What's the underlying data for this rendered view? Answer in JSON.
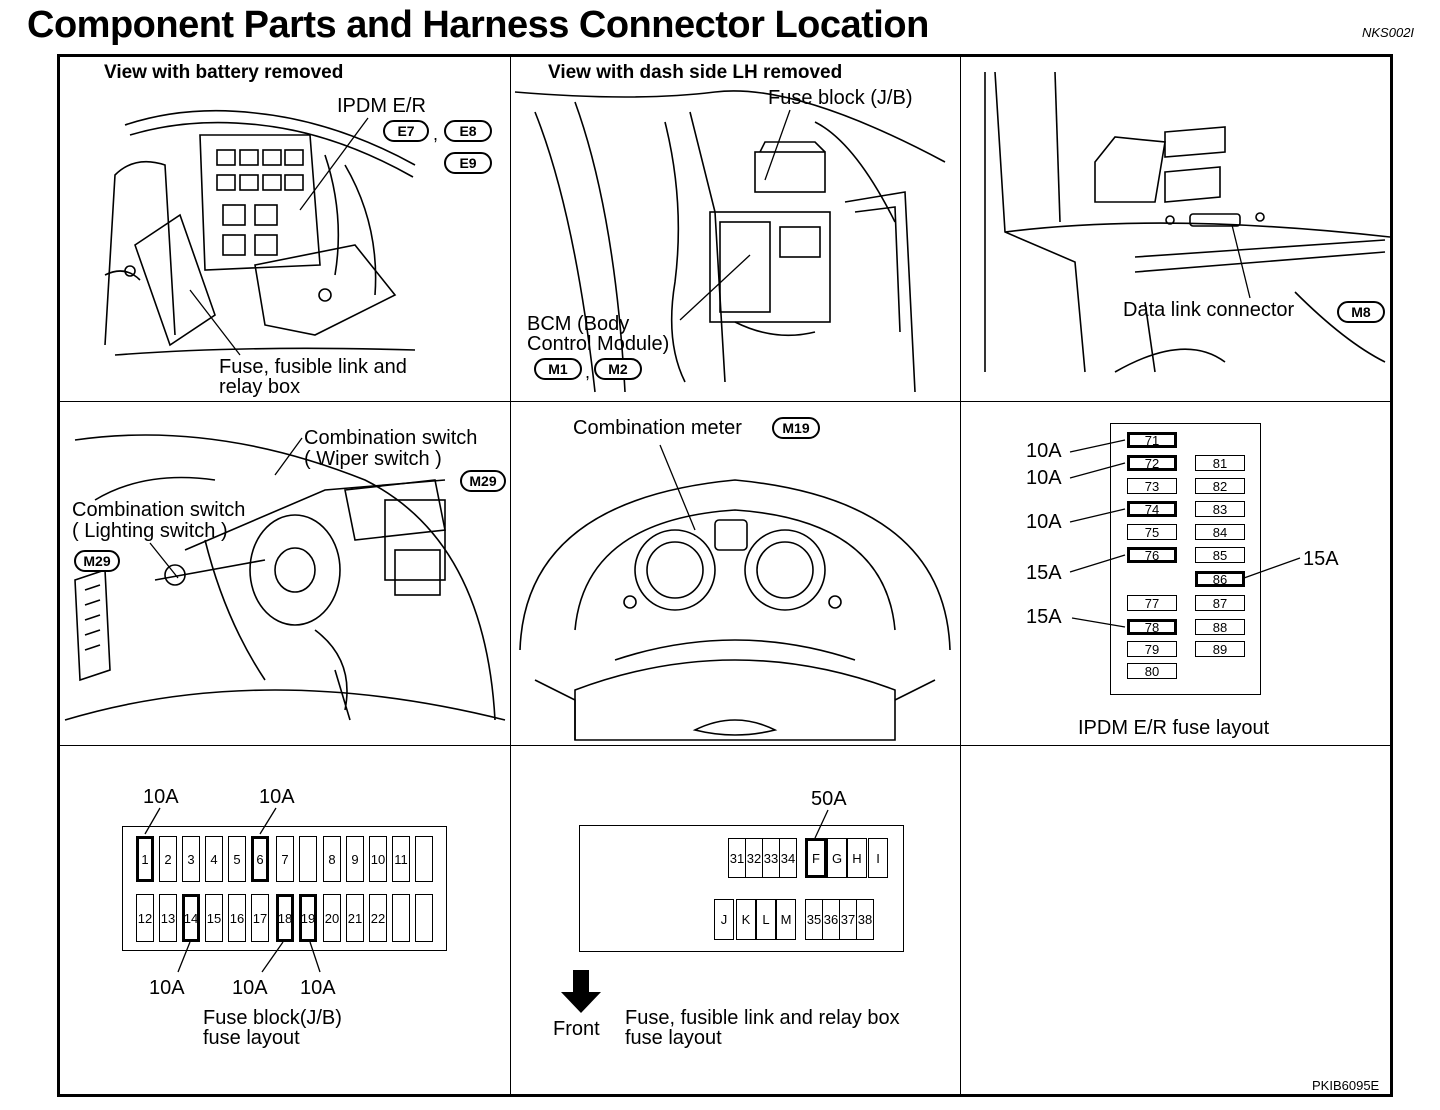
{
  "header": {
    "title": "Component Parts and Harness Connector Location",
    "code": "NKS002I"
  },
  "footer": {
    "code": "PKIB6095E"
  },
  "panel1": {
    "heading": "View with battery removed",
    "ipdm": "IPDM E/R",
    "connectors": [
      "E7",
      "E8",
      "E9"
    ],
    "box_label_1": "Fuse, fusible link and",
    "box_label_2": "relay box"
  },
  "panel2": {
    "heading": "View with dash side LH removed",
    "fuse_block": "Fuse block (J/B)",
    "bcm_1": "BCM (Body",
    "bcm_2": "Control Module)",
    "connectors": [
      "M1",
      "M2"
    ]
  },
  "panel3": {
    "label": "Data link connector",
    "connector": "M8"
  },
  "panel4": {
    "wiper_1": "Combination switch",
    "wiper_2": "( Wiper switch )",
    "wiper_connector": "M29",
    "lighting_1": "Combination switch",
    "lighting_2": "( Lighting switch )",
    "lighting_connector": "M29"
  },
  "panel5": {
    "label": "Combination meter",
    "connector": "M19"
  },
  "panel6": {
    "caption": "IPDM E/R fuse layout",
    "left_col": [
      "71",
      "72",
      "73",
      "74",
      "75",
      "76",
      "77",
      "78",
      "79",
      "80"
    ],
    "right_col": [
      "81",
      "82",
      "83",
      "84",
      "85",
      "86",
      "87",
      "88",
      "89"
    ],
    "amps": {
      "a71": "10A",
      "a72": "10A",
      "a74": "10A",
      "a76": "15A",
      "a78": "15A",
      "a86": "15A"
    }
  },
  "panel7": {
    "caption_1": "Fuse block(J/B)",
    "caption_2": "fuse layout",
    "top_row": [
      "1",
      "2",
      "3",
      "4",
      "5",
      "6",
      "7",
      "",
      "8",
      "9",
      "10",
      "11",
      ""
    ],
    "bottom_row": [
      "12",
      "13",
      "14",
      "15",
      "16",
      "17",
      "18",
      "19",
      "20",
      "21",
      "22",
      "",
      ""
    ],
    "amps": {
      "f1": "10A",
      "f6": "10A",
      "f14": "10A",
      "f18": "10A",
      "f19": "10A"
    }
  },
  "panel8": {
    "front": "Front",
    "caption_1": "Fuse, fusible link and relay box",
    "caption_2": "fuse layout",
    "top_left": [
      "31",
      "32",
      "33",
      "34"
    ],
    "top_right": [
      "F",
      "G",
      "H",
      "I"
    ],
    "bottom_left": [
      "J",
      "K",
      "L",
      "M"
    ],
    "bottom_right": [
      "35",
      "36",
      "37",
      "38"
    ],
    "amp": "50A"
  }
}
